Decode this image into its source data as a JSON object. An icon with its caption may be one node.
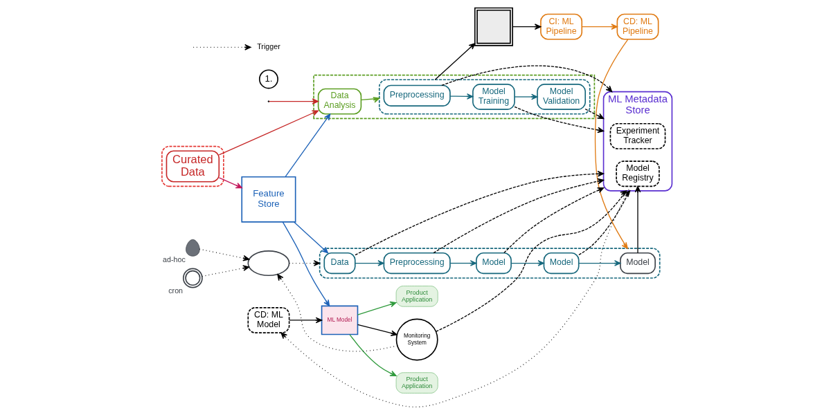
{
  "diagram": {
    "nodes": [
      {
        "text": [],
        "shape": "box"
      },
      {
        "text": [
          "Curated Data"
        ],
        "in": 0
      },
      {
        "text": [],
        "shape": "box"
      },
      {
        "text": [
          "Data Analysis"
        ],
        "in": 2
      },
      {
        "text": [],
        "shape": "box",
        "in": 2
      },
      {
        "text": [
          "Preprocessing"
        ],
        "in": 4
      },
      {
        "text": [
          "Model Training"
        ],
        "in": 4
      },
      {
        "text": [
          "Model Validation"
        ],
        "in": 4
      },
      {
        "text": [],
        "shape": "box"
      },
      {
        "text": [
          "1."
        ]
      },
      {
        "text": [
          "Feature Store"
        ]
      },
      {
        "text": [
          "Product Application"
        ]
      },
      {
        "text": [
          "Product Application"
        ]
      },
      {
        "text": [
          "ML Model"
        ]
      },
      {
        "text": [
          "CD: ML Model"
        ]
      },
      {
        "text": [
          "ML Metadata Store"
        ]
      },
      {
        "text": [
          "Experiment Tracker"
        ],
        "in": 15
      },
      {
        "text": [
          "Model Registry"
        ],
        "in": 15
      },
      {
        "text": [
          "CI: ML Pipeline"
        ]
      },
      {
        "text": [
          "CD: ML Pipeline"
        ]
      },
      {
        "text": [
          "Monitoring System"
        ]
      },
      {
        "text": [],
        "shape": "picture",
        "beside": [
          "cron"
        ]
      },
      {
        "text": [],
        "shape": "person",
        "beside": [
          "ad-hoc"
        ]
      },
      {
        "text": [],
        "shape": "ellipse"
      },
      {
        "text": [],
        "shape": "box"
      },
      {
        "text": [
          "Data"
        ],
        "in": 24
      },
      {
        "text": [
          "Preprocessing"
        ],
        "in": 24
      },
      {
        "text": [
          "Model"
        ],
        "in": 24
      },
      {
        "text": [
          "Model"
        ],
        "in": 24
      },
      {
        "text": [
          "Model"
        ],
        "in": 24
      }
    ],
    "edges": [
      {
        "from": null,
        "to": 3,
        "arrow": "to",
        "color": "#c62828"
      },
      {
        "from": 1,
        "to": 3,
        "arrow": "to",
        "color": "#c62828"
      },
      {
        "from": 1,
        "to": 10,
        "arrow": "to",
        "color": "#c2185b"
      },
      {
        "from": 10,
        "to": 3,
        "arrow": "to",
        "color": "#1e63b8"
      },
      {
        "from": 3,
        "to": 4,
        "arrow": "to",
        "color": "#5c9e23"
      },
      {
        "from": 5,
        "to": 6,
        "arrow": "to",
        "color": "#17687d"
      },
      {
        "from": 6,
        "to": 7,
        "arrow": "to",
        "color": "#17687d"
      },
      {
        "from": 4,
        "to": 8,
        "arrow": "to"
      },
      {
        "from": 5,
        "to": 15,
        "arrow": "to",
        "style": "dashed"
      },
      {
        "from": 6,
        "to": 15,
        "arrow": "to",
        "style": "dashed"
      },
      {
        "from": 7,
        "to": 15,
        "arrow": "to",
        "style": "dashed"
      },
      {
        "from": 8,
        "to": 18,
        "arrow": "to"
      },
      {
        "from": 18,
        "to": 19,
        "arrow": "to",
        "color": "#e07b14"
      },
      {
        "from": 19,
        "to": 24,
        "arrow": "to",
        "color": "#e07b14"
      },
      {
        "from": 10,
        "to": 13,
        "arrow": "to",
        "color": "#1e63b8"
      },
      {
        "from": 13,
        "to": 11,
        "arrow": "to",
        "color": "#2f9a3c"
      },
      {
        "from": 13,
        "to": 12,
        "arrow": "to",
        "color": "#2f9a3c"
      },
      {
        "from": 14,
        "to": 13,
        "arrow": "to"
      },
      {
        "from": 17,
        "to": 14,
        "arrow": "to",
        "style": "dashed"
      },
      {
        "from": 13,
        "to": 20,
        "arrow": "to"
      },
      {
        "from": 20,
        "to": 15,
        "arrow": "to",
        "style": "dashed"
      },
      {
        "from": 20,
        "to": 23,
        "arrow": "to",
        "style": "dashed"
      },
      {
        "from": 21,
        "to": 23,
        "arrow": "to",
        "style": "dashed"
      },
      {
        "from": 22,
        "to": 23,
        "arrow": "to",
        "style": "dashed"
      },
      {
        "from": 23,
        "to": 24,
        "arrow": "to",
        "style": "dashed"
      },
      {
        "from": 10,
        "to": 25,
        "arrow": "to",
        "color": "#1e63b8"
      },
      {
        "from": 25,
        "to": 15,
        "arrow": "to",
        "style": "dashed"
      },
      {
        "from": 26,
        "to": 15,
        "arrow": "to",
        "style": "dashed"
      },
      {
        "from": 27,
        "to": 15,
        "arrow": "to",
        "style": "dashed"
      },
      {
        "from": 28,
        "to": 15,
        "arrow": "to",
        "style": "dashed"
      },
      {
        "from": 29,
        "to": 17,
        "arrow": "to"
      },
      {
        "from": 25,
        "to": 26,
        "arrow": "to",
        "color": "#17687d"
      },
      {
        "from": 26,
        "to": 27,
        "arrow": "to",
        "color": "#17687d"
      },
      {
        "from": 27,
        "to": 28,
        "arrow": "to",
        "color": "#17687d"
      },
      {
        "from": 28,
        "to": 29,
        "arrow": "to",
        "color": "#17687d"
      }
    ],
    "legend": [
      {
        "text": "Trigger"
      }
    ]
  }
}
